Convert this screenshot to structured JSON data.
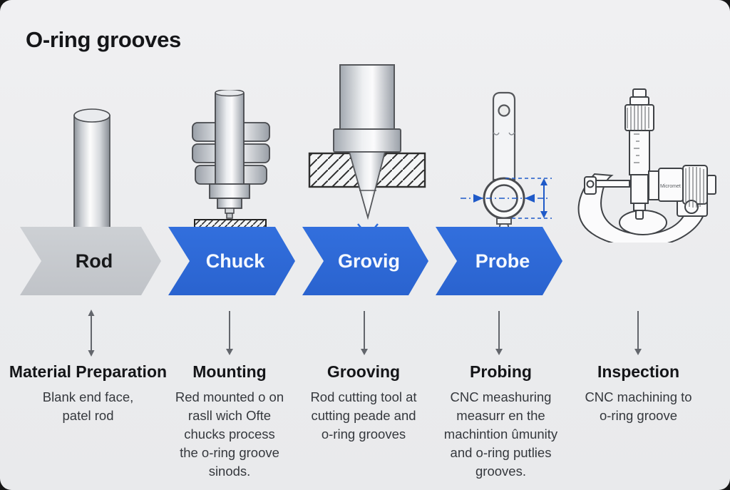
{
  "title": "O-ring grooves",
  "colors": {
    "chevron_blue": "#2c6bd9",
    "chevron_gray": "#c6c9cd",
    "dimension_blue": "#1f5ac8",
    "arrow_gray": "#63666c"
  },
  "stages": [
    {
      "label": "Rod",
      "icon": "rod-icon",
      "heading": "Material Preparation",
      "description": "Blank end face,\npatel rod"
    },
    {
      "label": "Chuck",
      "icon": "chuck-icon",
      "heading": "Mounting",
      "description": "Red mounted o on\nrasll wich Ofte\nchucks process\nthe o-ring groove\nsinods."
    },
    {
      "label": "Grovig",
      "icon": "grooving-tool-icon",
      "heading": "Grooving",
      "description": "Rod cutting tool at\ncutting peade and\no-ring grooves"
    },
    {
      "label": "Probe",
      "icon": "probe-icon",
      "heading": "Probing",
      "description": "CNC meashuring\nmeasurr en the\nmachintion ûmunity\nand o-ring putlies\ngrooves."
    },
    {
      "label": "",
      "icon": "micrometer-icon",
      "heading": "Inspection",
      "description": "CNC machining to\no-ring groove"
    }
  ],
  "micrometer_label": "Micromet"
}
